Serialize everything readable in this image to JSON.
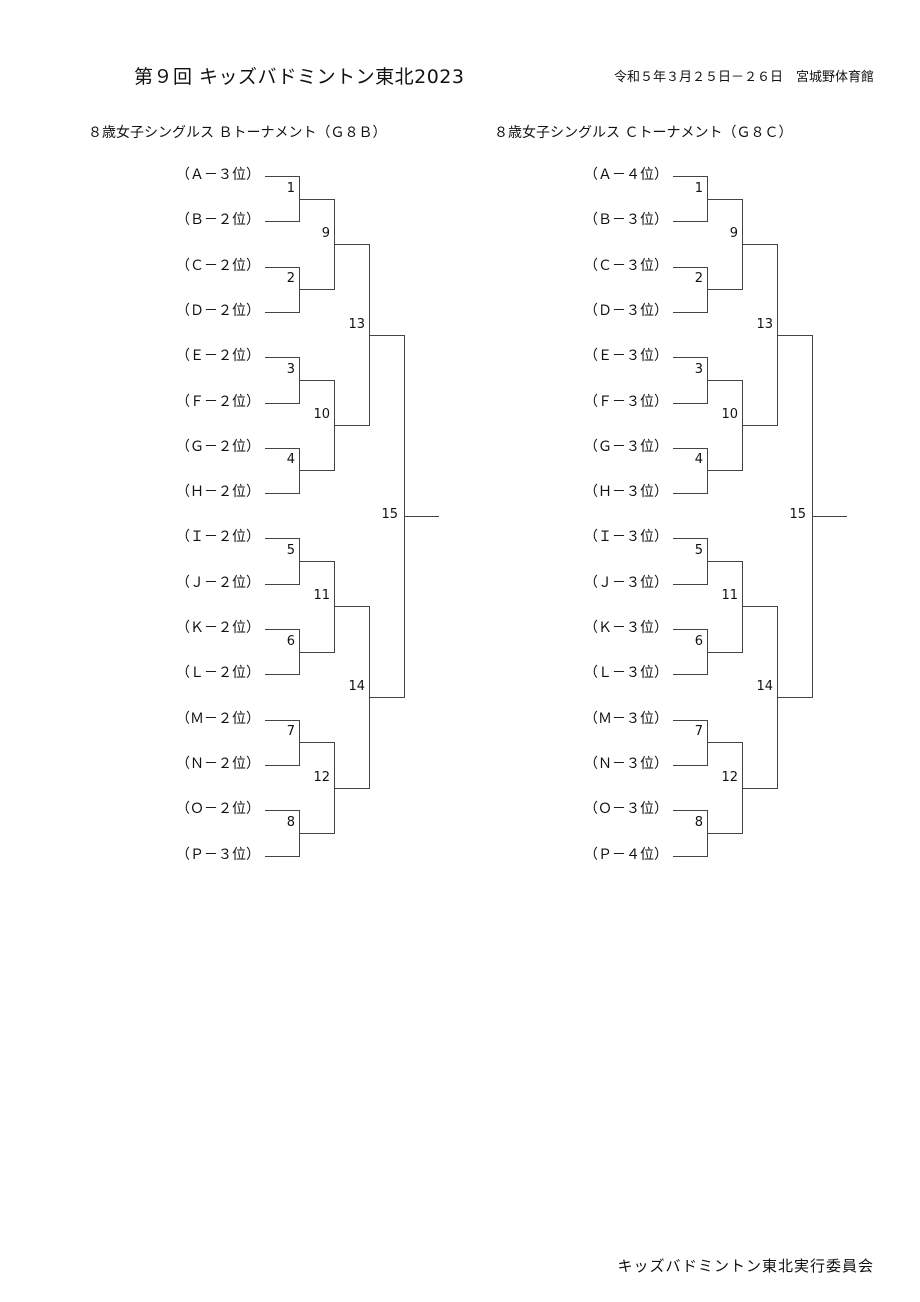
{
  "header": {
    "title": "第９回 キッズバドミントン東北2023",
    "date_venue": "令和５年３月２５日－２６日　宮城野体育館"
  },
  "footer": {
    "organizer": "キッズバドミントン東北実行委員会"
  },
  "tournaments": [
    {
      "title": "８歳女子シングルス Ｂトーナメント（Ｇ８Ｂ）",
      "players": [
        "（Ａ－３位）",
        "（Ｂ－２位）",
        "（Ｃ－２位）",
        "（Ｄ－２位）",
        "（Ｅ－２位）",
        "（Ｆ－２位）",
        "（Ｇ－２位）",
        "（Ｈ－２位）",
        "（Ｉ－２位）",
        "（Ｊ－２位）",
        "（Ｋ－２位）",
        "（Ｌ－２位）",
        "（Ｍ－２位）",
        "（Ｎ－２位）",
        "（Ｏ－２位）",
        "（Ｐ－３位）"
      ],
      "matches": {
        "round1": [
          "1",
          "2",
          "3",
          "4",
          "5",
          "6",
          "7",
          "8"
        ],
        "round2": [
          "9",
          "10",
          "11",
          "12"
        ],
        "semis": [
          "13",
          "14"
        ],
        "final": "15"
      }
    },
    {
      "title": "８歳女子シングルス Ｃトーナメント（Ｇ８Ｃ）",
      "players": [
        "（Ａ－４位）",
        "（Ｂ－３位）",
        "（Ｃ－３位）",
        "（Ｄ－３位）",
        "（Ｅ－３位）",
        "（Ｆ－３位）",
        "（Ｇ－３位）",
        "（Ｈ－３位）",
        "（Ｉ－３位）",
        "（Ｊ－３位）",
        "（Ｋ－３位）",
        "（Ｌ－３位）",
        "（Ｍ－３位）",
        "（Ｎ－３位）",
        "（Ｏ－３位）",
        "（Ｐ－４位）"
      ],
      "matches": {
        "round1": [
          "1",
          "2",
          "3",
          "4",
          "5",
          "6",
          "7",
          "8"
        ],
        "round2": [
          "9",
          "10",
          "11",
          "12"
        ],
        "semis": [
          "13",
          "14"
        ],
        "final": "15"
      }
    }
  ]
}
